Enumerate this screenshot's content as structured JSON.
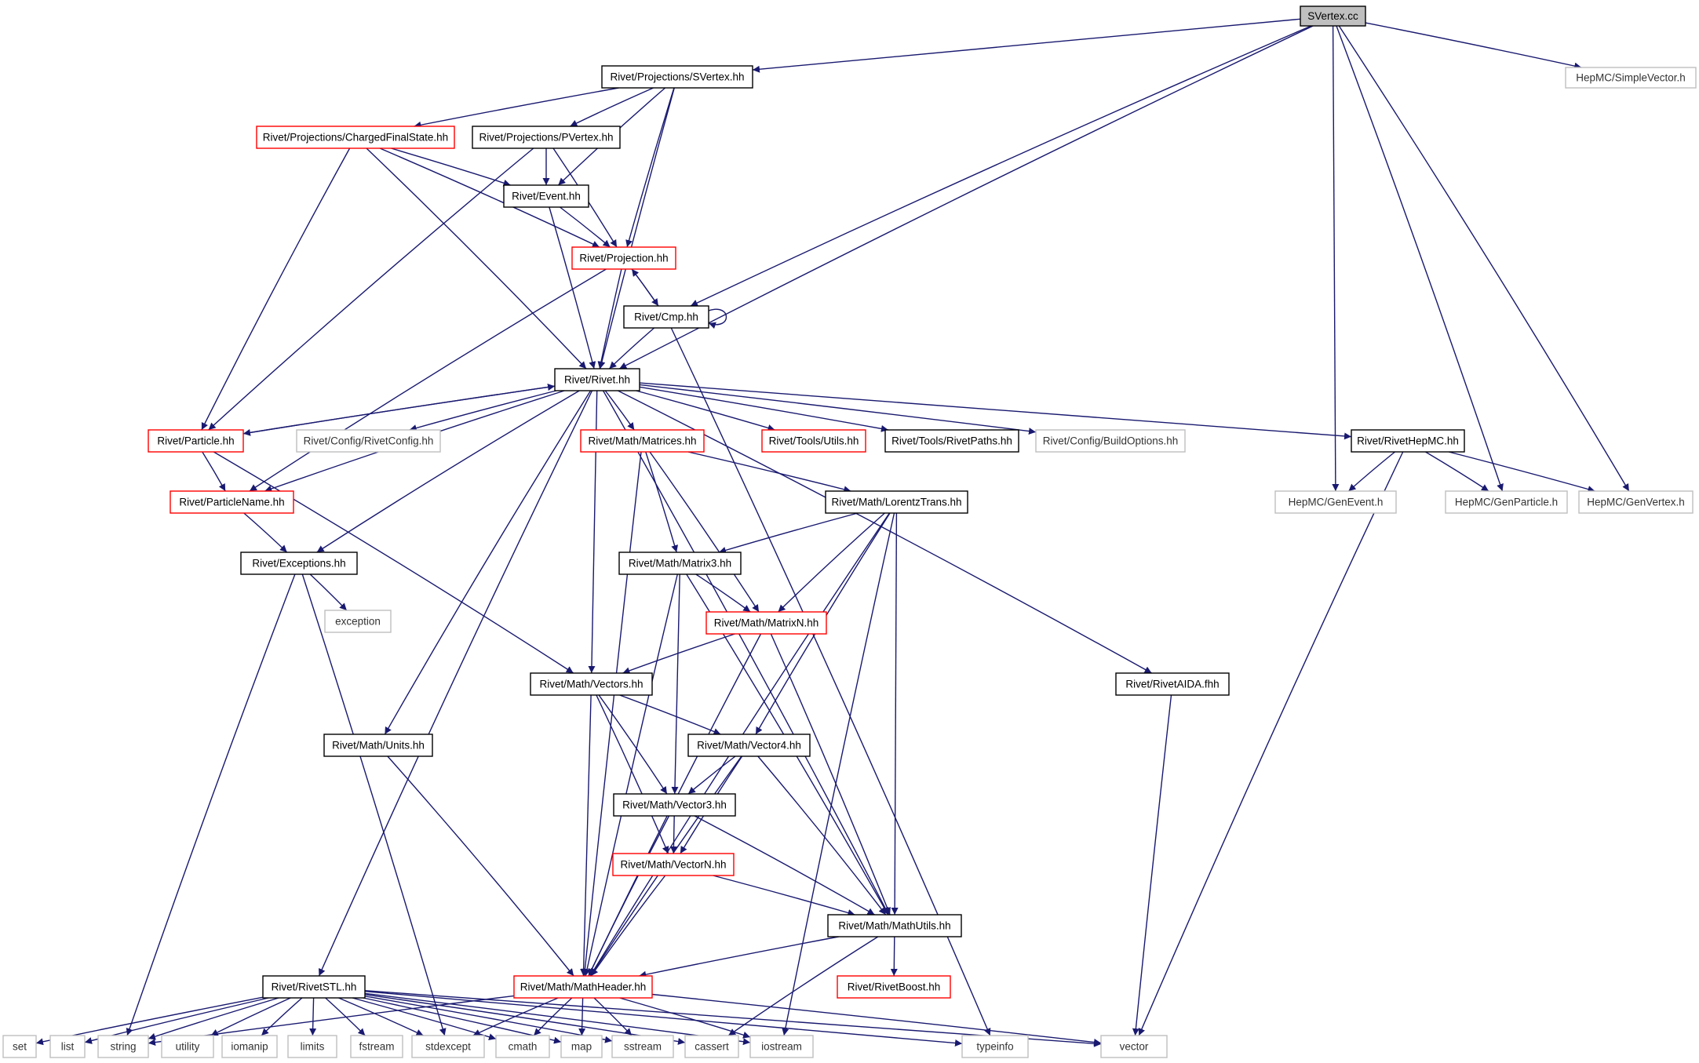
{
  "colors": {
    "edge": "#191970",
    "arrowhead": "#191970",
    "root_fill": "#bfbfbf",
    "root_border": "#000000",
    "normal_border": "#000000",
    "truncated_border": "#ff0000",
    "external_border": "#bfbfbf",
    "external_text": "#333333",
    "text": "#000000"
  },
  "nodes": [
    {
      "id": "svertex_cc",
      "label": "SVertex.cc",
      "kind": "root"
    },
    {
      "id": "proj_svertex",
      "label": "Rivet/Projections/SVertex.hh",
      "kind": "normal"
    },
    {
      "id": "simplevector",
      "label": "HepMC/SimpleVector.h",
      "kind": "external"
    },
    {
      "id": "chargedfs",
      "label": "Rivet/Projections/ChargedFinalState.hh",
      "kind": "truncated"
    },
    {
      "id": "pvertex",
      "label": "Rivet/Projections/PVertex.hh",
      "kind": "normal"
    },
    {
      "id": "event",
      "label": "Rivet/Event.hh",
      "kind": "normal"
    },
    {
      "id": "projection",
      "label": "Rivet/Projection.hh",
      "kind": "truncated"
    },
    {
      "id": "cmp",
      "label": "Rivet/Cmp.hh",
      "kind": "normal"
    },
    {
      "id": "rivet",
      "label": "Rivet/Rivet.hh",
      "kind": "normal"
    },
    {
      "id": "particle",
      "label": "Rivet/Particle.hh",
      "kind": "truncated"
    },
    {
      "id": "rivetconfig",
      "label": "Rivet/Config/RivetConfig.hh",
      "kind": "external"
    },
    {
      "id": "matrices",
      "label": "Rivet/Math/Matrices.hh",
      "kind": "truncated"
    },
    {
      "id": "toolsutils",
      "label": "Rivet/Tools/Utils.hh",
      "kind": "truncated"
    },
    {
      "id": "rivetpaths",
      "label": "Rivet/Tools/RivetPaths.hh",
      "kind": "normal"
    },
    {
      "id": "buildoptions",
      "label": "Rivet/Config/BuildOptions.hh",
      "kind": "external"
    },
    {
      "id": "rivethepmc",
      "label": "Rivet/RivetHepMC.hh",
      "kind": "normal"
    },
    {
      "id": "particlename",
      "label": "Rivet/ParticleName.hh",
      "kind": "truncated"
    },
    {
      "id": "lorentztrans",
      "label": "Rivet/Math/LorentzTrans.hh",
      "kind": "normal"
    },
    {
      "id": "genevent",
      "label": "HepMC/GenEvent.h",
      "kind": "external"
    },
    {
      "id": "genparticle",
      "label": "HepMC/GenParticle.h",
      "kind": "external"
    },
    {
      "id": "genvertex",
      "label": "HepMC/GenVertex.h",
      "kind": "external"
    },
    {
      "id": "exceptions",
      "label": "Rivet/Exceptions.hh",
      "kind": "normal"
    },
    {
      "id": "matrix3",
      "label": "Rivet/Math/Matrix3.hh",
      "kind": "normal"
    },
    {
      "id": "exception",
      "label": "exception",
      "kind": "external"
    },
    {
      "id": "matrixn",
      "label": "Rivet/Math/MatrixN.hh",
      "kind": "truncated"
    },
    {
      "id": "vectors",
      "label": "Rivet/Math/Vectors.hh",
      "kind": "normal"
    },
    {
      "id": "rivetaida",
      "label": "Rivet/RivetAIDA.fhh",
      "kind": "normal"
    },
    {
      "id": "units",
      "label": "Rivet/Math/Units.hh",
      "kind": "normal"
    },
    {
      "id": "vector4",
      "label": "Rivet/Math/Vector4.hh",
      "kind": "normal"
    },
    {
      "id": "vector3",
      "label": "Rivet/Math/Vector3.hh",
      "kind": "normal"
    },
    {
      "id": "vectorn",
      "label": "Rivet/Math/VectorN.hh",
      "kind": "truncated"
    },
    {
      "id": "mathutils",
      "label": "Rivet/Math/MathUtils.hh",
      "kind": "normal"
    },
    {
      "id": "rivetstl",
      "label": "Rivet/RivetSTL.hh",
      "kind": "normal"
    },
    {
      "id": "mathheader",
      "label": "Rivet/Math/MathHeader.hh",
      "kind": "truncated"
    },
    {
      "id": "rivetboost",
      "label": "Rivet/RivetBoost.hh",
      "kind": "truncated"
    },
    {
      "id": "set",
      "label": "set",
      "kind": "external"
    },
    {
      "id": "list",
      "label": "list",
      "kind": "external"
    },
    {
      "id": "string",
      "label": "string",
      "kind": "external"
    },
    {
      "id": "utility",
      "label": "utility",
      "kind": "external"
    },
    {
      "id": "iomanip",
      "label": "iomanip",
      "kind": "external"
    },
    {
      "id": "limits",
      "label": "limits",
      "kind": "external"
    },
    {
      "id": "fstream",
      "label": "fstream",
      "kind": "external"
    },
    {
      "id": "stdexcept",
      "label": "stdexcept",
      "kind": "external"
    },
    {
      "id": "cmath",
      "label": "cmath",
      "kind": "external"
    },
    {
      "id": "map",
      "label": "map",
      "kind": "external"
    },
    {
      "id": "sstream",
      "label": "sstream",
      "kind": "external"
    },
    {
      "id": "cassert",
      "label": "cassert",
      "kind": "external"
    },
    {
      "id": "iostream",
      "label": "iostream",
      "kind": "external"
    },
    {
      "id": "typeinfo",
      "label": "typeinfo",
      "kind": "external"
    },
    {
      "id": "vector",
      "label": "vector",
      "kind": "external"
    }
  ],
  "edges": [
    [
      "svertex_cc",
      "proj_svertex"
    ],
    [
      "svertex_cc",
      "cmp"
    ],
    [
      "svertex_cc",
      "rivet"
    ],
    [
      "svertex_cc",
      "genevent"
    ],
    [
      "svertex_cc",
      "genparticle"
    ],
    [
      "svertex_cc",
      "genvertex"
    ],
    [
      "svertex_cc",
      "simplevector"
    ],
    [
      "proj_svertex",
      "chargedfs"
    ],
    [
      "proj_svertex",
      "pvertex"
    ],
    [
      "proj_svertex",
      "event"
    ],
    [
      "proj_svertex",
      "projection"
    ],
    [
      "proj_svertex",
      "rivet"
    ],
    [
      "chargedfs",
      "event"
    ],
    [
      "chargedfs",
      "projection"
    ],
    [
      "chargedfs",
      "rivet"
    ],
    [
      "chargedfs",
      "particle"
    ],
    [
      "pvertex",
      "event"
    ],
    [
      "pvertex",
      "projection"
    ],
    [
      "pvertex",
      "particle"
    ],
    [
      "event",
      "projection"
    ],
    [
      "event",
      "rivet"
    ],
    [
      "projection",
      "cmp"
    ],
    [
      "projection",
      "rivet"
    ],
    [
      "projection",
      "particlename"
    ],
    [
      "cmp",
      "projection"
    ],
    [
      "cmp",
      "cmp"
    ],
    [
      "cmp",
      "rivet"
    ],
    [
      "cmp",
      "typeinfo"
    ],
    [
      "rivet",
      "particle"
    ],
    [
      "rivet",
      "particlename"
    ],
    [
      "rivet",
      "rivetconfig"
    ],
    [
      "rivet",
      "matrices"
    ],
    [
      "rivet",
      "toolsutils"
    ],
    [
      "rivet",
      "rivetpaths"
    ],
    [
      "rivet",
      "buildoptions"
    ],
    [
      "rivet",
      "rivethepmc"
    ],
    [
      "rivet",
      "exceptions"
    ],
    [
      "rivet",
      "vectors"
    ],
    [
      "rivet",
      "units"
    ],
    [
      "rivet",
      "mathutils"
    ],
    [
      "rivet",
      "rivetaida"
    ],
    [
      "rivet",
      "rivetstl"
    ],
    [
      "particle",
      "rivet"
    ],
    [
      "particle",
      "particlename"
    ],
    [
      "particle",
      "vectors"
    ],
    [
      "particlename",
      "exceptions"
    ],
    [
      "exceptions",
      "exception"
    ],
    [
      "exceptions",
      "string"
    ],
    [
      "exceptions",
      "stdexcept"
    ],
    [
      "matrices",
      "lorentztrans"
    ],
    [
      "matrices",
      "matrix3"
    ],
    [
      "matrices",
      "matrixn"
    ],
    [
      "matrices",
      "mathheader"
    ],
    [
      "lorentztrans",
      "matrix3"
    ],
    [
      "lorentztrans",
      "matrixn"
    ],
    [
      "lorentztrans",
      "vector4"
    ],
    [
      "lorentztrans",
      "mathutils"
    ],
    [
      "lorentztrans",
      "mathheader"
    ],
    [
      "lorentztrans",
      "iostream"
    ],
    [
      "matrix3",
      "matrixn"
    ],
    [
      "matrix3",
      "vector3"
    ],
    [
      "matrix3",
      "mathutils"
    ],
    [
      "matrix3",
      "mathheader"
    ],
    [
      "matrixn",
      "vectors"
    ],
    [
      "matrixn",
      "mathutils"
    ],
    [
      "matrixn",
      "mathheader"
    ],
    [
      "vectors",
      "vector4"
    ],
    [
      "vectors",
      "vector3"
    ],
    [
      "vectors",
      "vectorn"
    ],
    [
      "vectors",
      "mathheader"
    ],
    [
      "vector4",
      "vector3"
    ],
    [
      "vector4",
      "vectorn"
    ],
    [
      "vector4",
      "mathutils"
    ],
    [
      "vector4",
      "mathheader"
    ],
    [
      "vector3",
      "vectorn"
    ],
    [
      "vector3",
      "mathutils"
    ],
    [
      "vector3",
      "mathheader"
    ],
    [
      "vectorn",
      "mathutils"
    ],
    [
      "vectorn",
      "mathheader"
    ],
    [
      "mathutils",
      "mathheader"
    ],
    [
      "mathutils",
      "rivetboost"
    ],
    [
      "mathutils",
      "cassert"
    ],
    [
      "units",
      "mathheader"
    ],
    [
      "rivethepmc",
      "genevent"
    ],
    [
      "rivethepmc",
      "genparticle"
    ],
    [
      "rivethepmc",
      "genvertex"
    ],
    [
      "rivethepmc",
      "vector"
    ],
    [
      "rivetaida",
      "vector"
    ],
    [
      "mathheader",
      "stdexcept"
    ],
    [
      "mathheader",
      "string"
    ],
    [
      "mathheader",
      "cmath"
    ],
    [
      "mathheader",
      "map"
    ],
    [
      "mathheader",
      "sstream"
    ],
    [
      "mathheader",
      "iostream"
    ],
    [
      "mathheader",
      "vector"
    ],
    [
      "rivetstl",
      "set"
    ],
    [
      "rivetstl",
      "list"
    ],
    [
      "rivetstl",
      "string"
    ],
    [
      "rivetstl",
      "utility"
    ],
    [
      "rivetstl",
      "iomanip"
    ],
    [
      "rivetstl",
      "limits"
    ],
    [
      "rivetstl",
      "fstream"
    ],
    [
      "rivetstl",
      "stdexcept"
    ],
    [
      "rivetstl",
      "cmath"
    ],
    [
      "rivetstl",
      "map"
    ],
    [
      "rivetstl",
      "sstream"
    ],
    [
      "rivetstl",
      "cassert"
    ],
    [
      "rivetstl",
      "iostream"
    ],
    [
      "rivetstl",
      "typeinfo"
    ],
    [
      "rivetstl",
      "vector"
    ]
  ]
}
